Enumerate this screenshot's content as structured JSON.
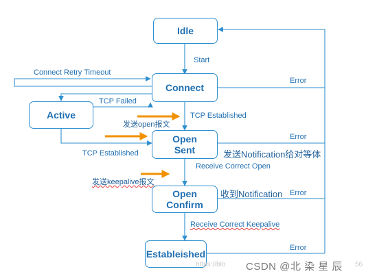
{
  "states": {
    "idle": "Idle",
    "connect": "Connect",
    "active": "Active",
    "open_sent": "Open\nSent",
    "open_confirm": "Open\nConfirm",
    "established": "Estableished"
  },
  "transitions": {
    "start": "Start",
    "connect_retry_timeout": "Connect Retry Timeout",
    "tcp_failed": "TCP Failed",
    "tcp_established_connect": "TCP Established",
    "tcp_established_active": "TCP Established",
    "receive_correct_open": "Receive Correct Open",
    "receive_correct_keepalive": "Receive Correct Keepalive",
    "error_connect": "Error",
    "error_open_sent": "Error",
    "error_open_confirm": "Error",
    "error_established": "Error"
  },
  "annotations": {
    "send_open": "发送open报文",
    "send_keepalive": "发送keepalive报文",
    "send_notification": "发送Notification给对等体",
    "receive_notification": "收到Notification"
  },
  "watermark": {
    "text": "CSDN @北 染 星 辰",
    "faint_left": "https://blo",
    "faint_right": "56"
  },
  "colors": {
    "box_border": "#2e8fcf",
    "text": "#1f6fb2",
    "arrow": "#2e8fcf",
    "highlight_arrow": "#f29100"
  }
}
